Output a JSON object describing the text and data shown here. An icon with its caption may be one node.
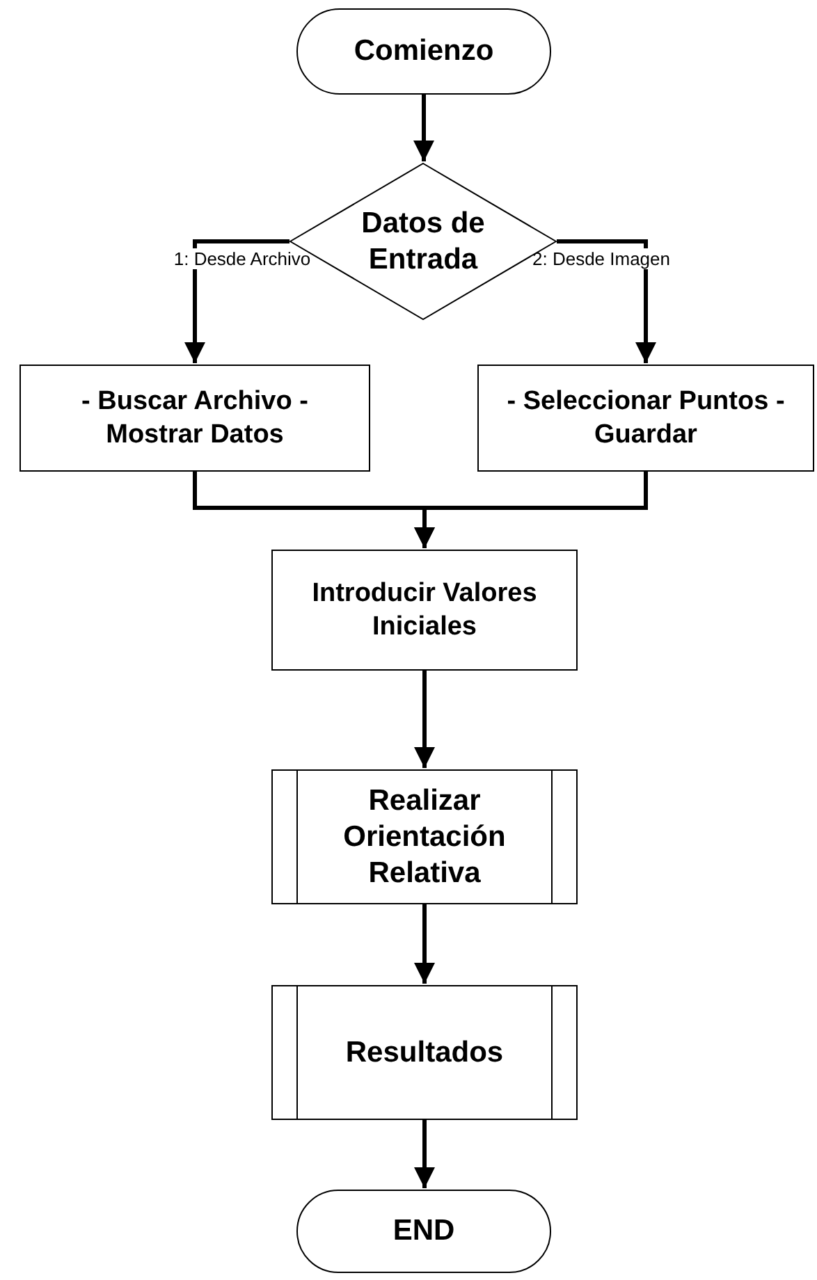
{
  "diagram": {
    "nodes": [
      {
        "text": [
          "Comienzo"
        ]
      },
      {
        "text": [
          "Datos de Entrada"
        ]
      },
      {
        "text": [
          "- Buscar Archivo - Mostrar Datos"
        ]
      },
      {
        "text": [
          "- Seleccionar Puntos - Guardar"
        ]
      },
      {
        "text": [
          "Introducir Valores Iniciales"
        ]
      },
      {
        "text": [
          "Realizar Orientación Relativa"
        ]
      },
      {
        "text": [
          "Resultados"
        ]
      },
      {
        "text": [
          "END"
        ]
      }
    ],
    "edges": [
      {
        "from": 0,
        "to": 1,
        "arrow": "to"
      },
      {
        "from": 1,
        "to": 2,
        "arrow": "to",
        "label": "1: Desde Archivo"
      },
      {
        "from": 1,
        "to": 3,
        "arrow": "to",
        "label": "2: Desde Imagen"
      },
      {
        "from": 2,
        "to": 4,
        "arrow": "to"
      },
      {
        "from": 3,
        "to": 4,
        "arrow": "to"
      },
      {
        "from": 4,
        "to": 5,
        "arrow": "to"
      },
      {
        "from": 5,
        "to": 6,
        "arrow": "to"
      },
      {
        "from": 6,
        "to": 7,
        "arrow": "to"
      }
    ]
  }
}
